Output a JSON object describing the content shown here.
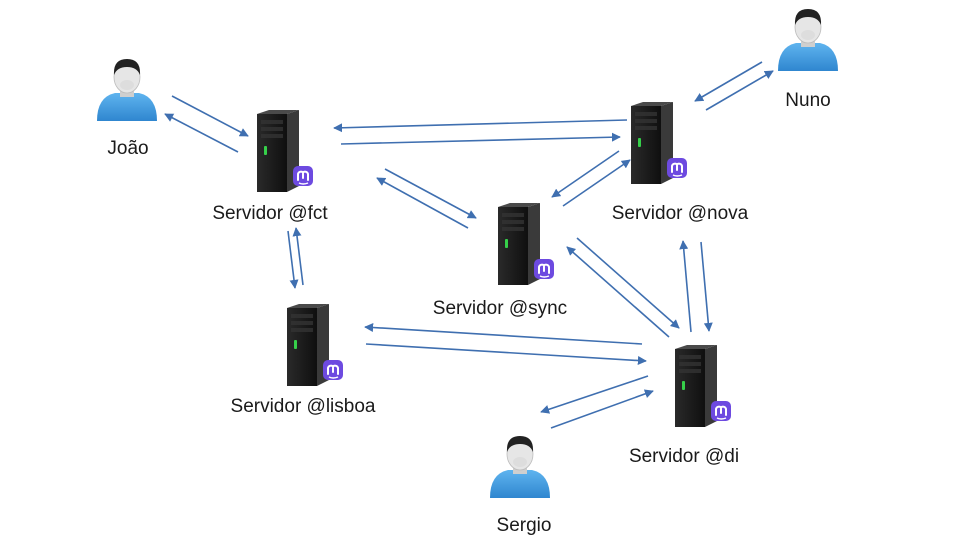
{
  "users": [
    {
      "id": "joao",
      "label": "João"
    },
    {
      "id": "nuno",
      "label": "Nuno"
    },
    {
      "id": "sergio",
      "label": "Sergio"
    }
  ],
  "servers": [
    {
      "id": "fct",
      "label": "Servidor @fct"
    },
    {
      "id": "nova",
      "label": "Servidor @nova"
    },
    {
      "id": "sync",
      "label": "Servidor @sync"
    },
    {
      "id": "lisboa",
      "label": "Servidor @lisboa"
    },
    {
      "id": "di",
      "label": "Servidor @di"
    }
  ],
  "connections": [
    {
      "from": "joao",
      "to": "fct"
    },
    {
      "from": "nuno",
      "to": "nova"
    },
    {
      "from": "sergio",
      "to": "di"
    },
    {
      "from": "fct",
      "to": "nova"
    },
    {
      "from": "fct",
      "to": "sync"
    },
    {
      "from": "fct",
      "to": "lisboa"
    },
    {
      "from": "sync",
      "to": "nova"
    },
    {
      "from": "sync",
      "to": "di"
    },
    {
      "from": "nova",
      "to": "di"
    },
    {
      "from": "lisboa",
      "to": "di"
    }
  ],
  "colors": {
    "arrow": "#3f6fb0",
    "server_body": "#1c1c1c",
    "server_side": "#3a3a3a",
    "server_led": "#36d04a",
    "badge": "#6d4ae0",
    "user_body": "#3d9be0",
    "user_skin": "#e6e6e6",
    "user_hair": "#222222"
  },
  "icons": {
    "server": "server-icon",
    "badge": "mastodon-icon",
    "user": "user-icon"
  }
}
